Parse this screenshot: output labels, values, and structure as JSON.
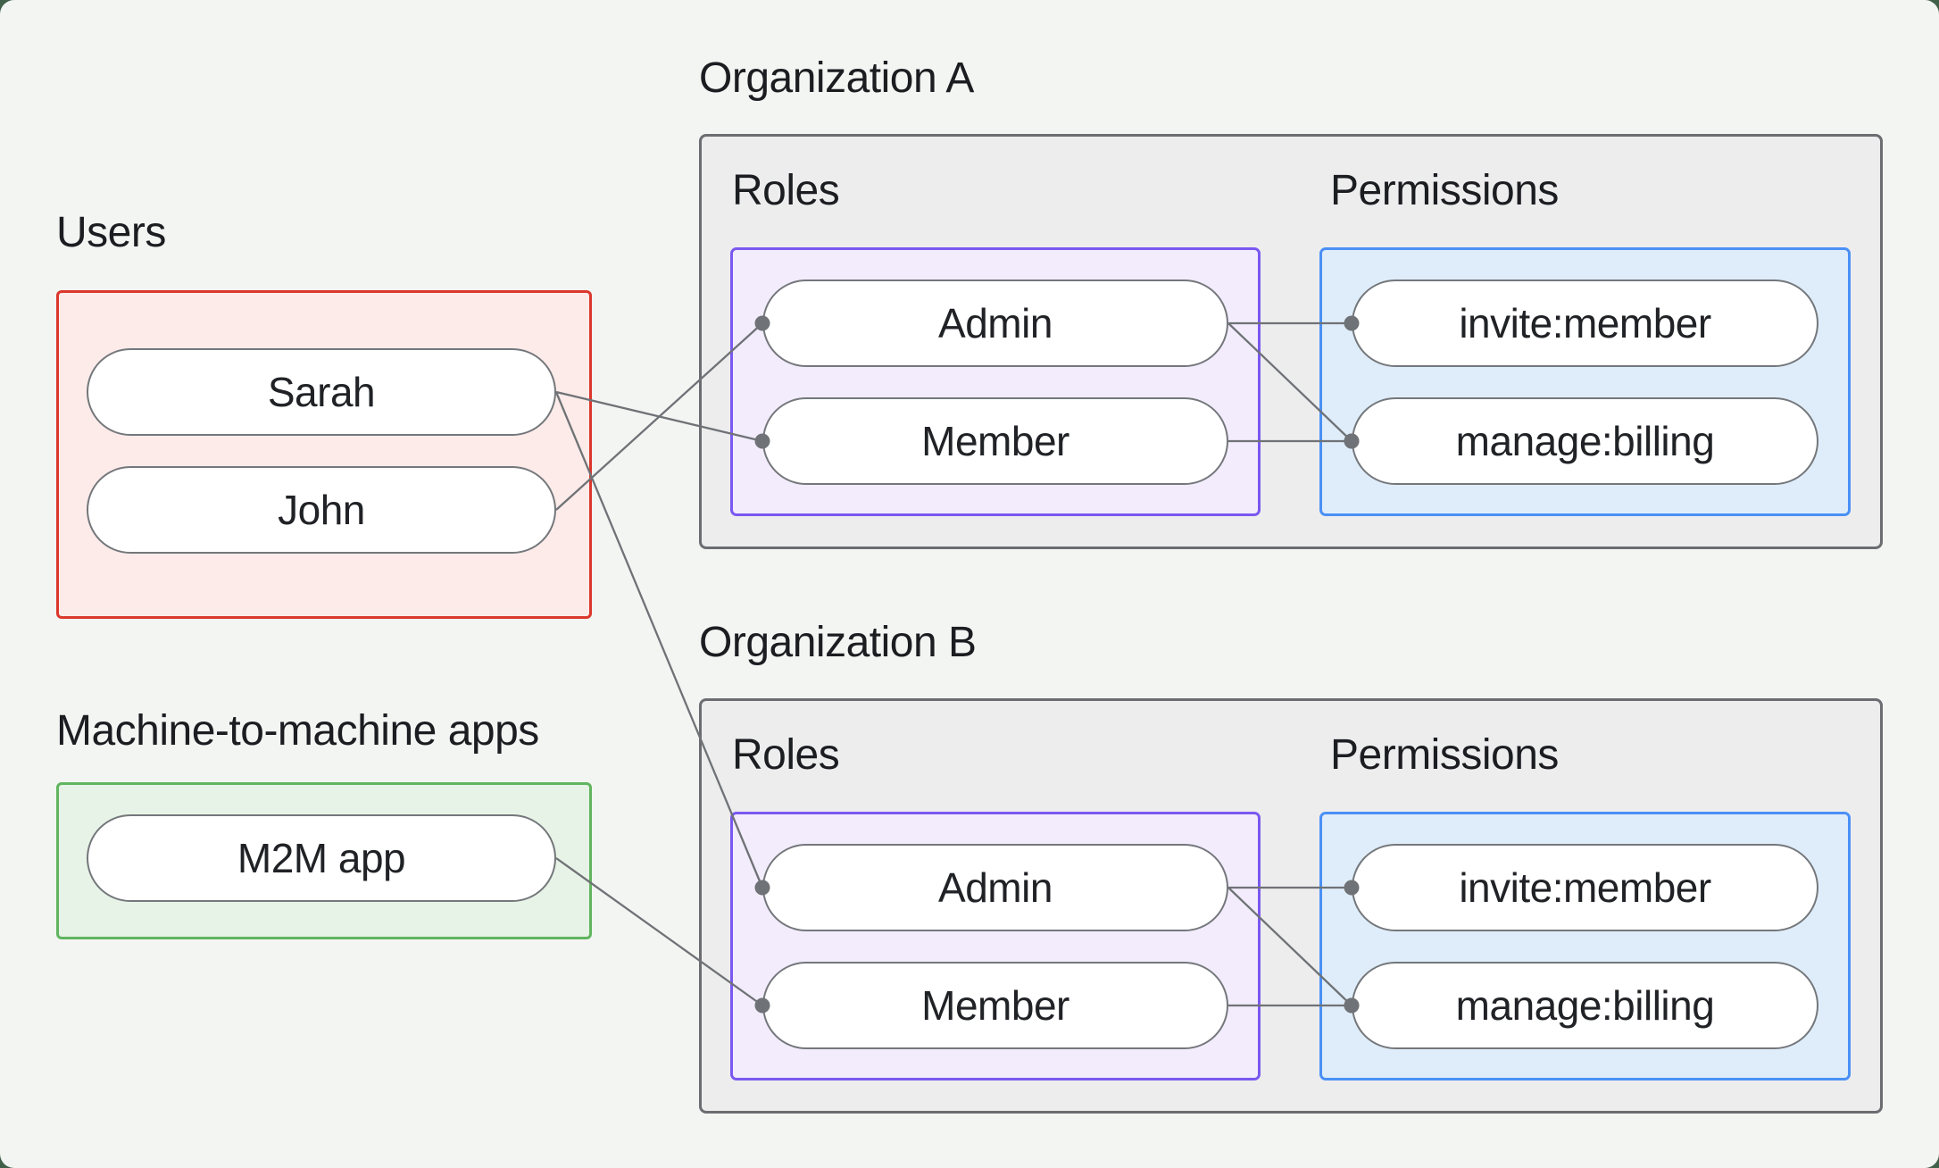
{
  "colors": {
    "page_backdrop": "#40604a",
    "canvas_bg": "#f2f5f2",
    "org_box_bg": "#ededee",
    "org_box_border": "#6b6d70",
    "users_box_bg": "#fcebe9",
    "users_box_border": "#dc372c",
    "m2m_box_bg": "#e7f3e6",
    "m2m_box_border": "#61b55f",
    "roles_box_bg": "#f2ecfc",
    "roles_box_border": "#7a58f0",
    "permissions_box_bg": "#dfedfa",
    "permissions_box_border": "#4a90f5",
    "pill_bg": "#ffffff",
    "pill_border": "#74777b",
    "edge_line": "#6f7276",
    "text": "#1b1d21"
  },
  "users_section": {
    "title": "Users",
    "users": [
      {
        "id": "user-sarah",
        "label": "Sarah"
      },
      {
        "id": "user-john",
        "label": "John"
      }
    ]
  },
  "m2m_section": {
    "title": "Machine-to-machine apps",
    "apps": [
      {
        "id": "m2m-app",
        "label": "M2M app"
      }
    ]
  },
  "organizations": [
    {
      "id": "org-a",
      "title": "Organization A",
      "roles_label": "Roles",
      "permissions_label": "Permissions",
      "roles": [
        {
          "id": "org-a-role-admin",
          "label": "Admin"
        },
        {
          "id": "org-a-role-member",
          "label": "Member"
        }
      ],
      "permissions": [
        {
          "id": "org-a-perm-invite",
          "label": "invite:member"
        },
        {
          "id": "org-a-perm-billing",
          "label": "manage:billing"
        }
      ]
    },
    {
      "id": "org-b",
      "title": "Organization B",
      "roles_label": "Roles",
      "permissions_label": "Permissions",
      "roles": [
        {
          "id": "org-b-role-admin",
          "label": "Admin"
        },
        {
          "id": "org-b-role-member",
          "label": "Member"
        }
      ],
      "permissions": [
        {
          "id": "org-b-perm-invite",
          "label": "invite:member"
        },
        {
          "id": "org-b-perm-billing",
          "label": "manage:billing"
        }
      ]
    }
  ],
  "edges": [
    {
      "from": "user-sarah",
      "to": "org-a-role-member"
    },
    {
      "from": "user-sarah",
      "to": "org-b-role-admin"
    },
    {
      "from": "user-john",
      "to": "org-a-role-admin"
    },
    {
      "from": "m2m-app",
      "to": "org-b-role-member"
    },
    {
      "from": "org-a-role-admin",
      "to": "org-a-perm-invite"
    },
    {
      "from": "org-a-role-admin",
      "to": "org-a-perm-billing"
    },
    {
      "from": "org-a-role-member",
      "to": "org-a-perm-billing"
    },
    {
      "from": "org-b-role-admin",
      "to": "org-b-perm-invite"
    },
    {
      "from": "org-b-role-admin",
      "to": "org-b-perm-billing"
    },
    {
      "from": "org-b-role-member",
      "to": "org-b-perm-billing"
    }
  ]
}
